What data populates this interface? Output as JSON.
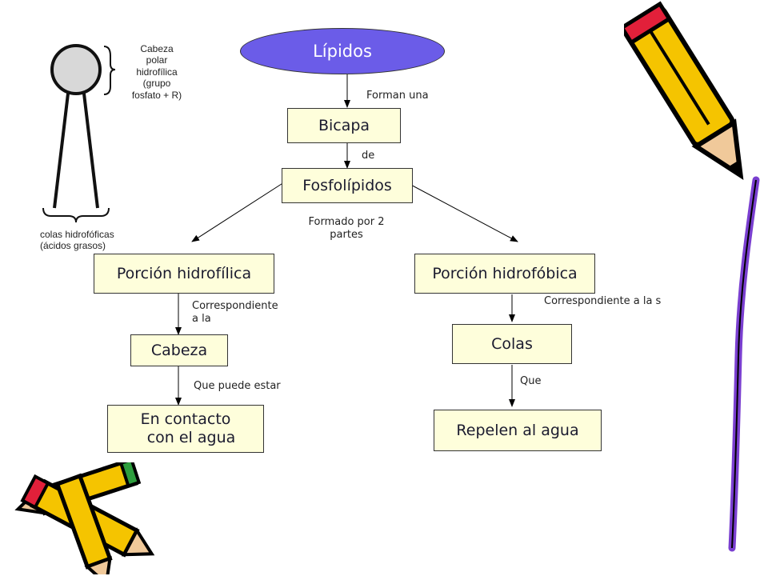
{
  "diagram": {
    "root": "Lípidos",
    "nodes": {
      "bicapa": "Bicapa",
      "fosfolipidos": "Fosfolípidos",
      "hidrofilica": "Porción hidrofílica",
      "hidrofobica": "Porción hidrofóbica",
      "cabeza": "Cabeza",
      "colas": "Colas",
      "contacto_line1": "En contacto",
      "contacto_line2": "con el agua",
      "repelen": "Repelen al agua"
    },
    "links": {
      "forman": "Forman una",
      "de": "de",
      "formado_line1": "Formado por 2",
      "formado_line2": "partes",
      "corresp_left_line1": "Correspondiente",
      "corresp_left_line2": "a la",
      "corresp_right": "Correspondiente a la s",
      "puede": "Que puede estar",
      "que": "Que"
    }
  },
  "phospholipid_figure": {
    "head_label": [
      "Cabeza",
      "polar",
      "hidrofílica",
      "(grupo",
      "fosfato + R)"
    ],
    "tail_label": [
      "colas hidrofóficas",
      "(ácidos grasos)"
    ]
  },
  "colors": {
    "root_fill": "#6b5ce8",
    "node_fill": "#fefedb",
    "pencil_body": "#f5c400",
    "pencil_tip": "#e2203a"
  }
}
